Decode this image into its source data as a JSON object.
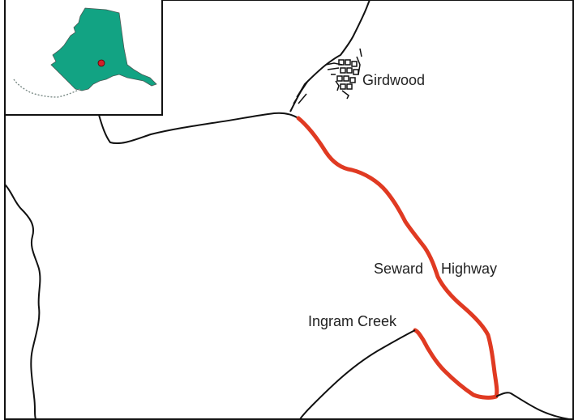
{
  "map": {
    "labels": {
      "girdwood": "Girdwood",
      "seward": "Seward",
      "highway": "Highway",
      "ingram_creek": "Ingram Creek"
    },
    "colors": {
      "highlight_route": "#e03a22",
      "roads": "#111111",
      "alaska_fill": "#12a383",
      "location_marker": "#d2202a"
    }
  }
}
